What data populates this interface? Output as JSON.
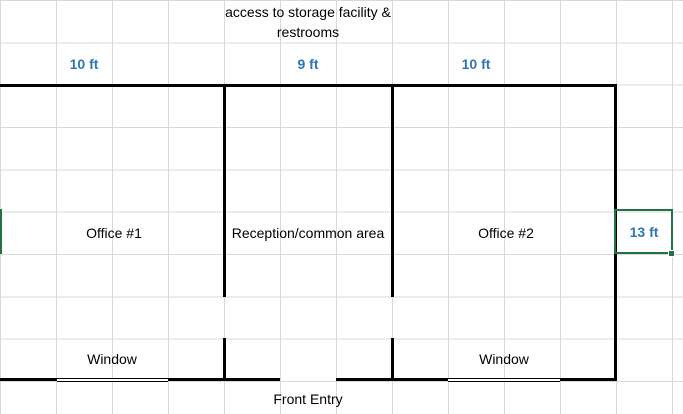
{
  "sheet": {
    "top_annotation": {
      "line1": "access to storage facility &",
      "line2": "restrooms"
    },
    "dimensions": {
      "office1_width": "10 ft",
      "reception_width": "9 ft",
      "office2_width": "10 ft",
      "building_depth": "13 ft"
    },
    "rooms": {
      "office1": "Office #1",
      "reception": "Reception/common area",
      "office2": "Office #2"
    },
    "windows": {
      "office1": "Window",
      "office2": "Window"
    },
    "front_entry": "Front Entry"
  },
  "colors": {
    "dimension_text": "#2E75B6",
    "selection_border": "#217346",
    "wall": "#000000",
    "gridline": "#D8D8D8",
    "background": "#FFFFFF"
  }
}
